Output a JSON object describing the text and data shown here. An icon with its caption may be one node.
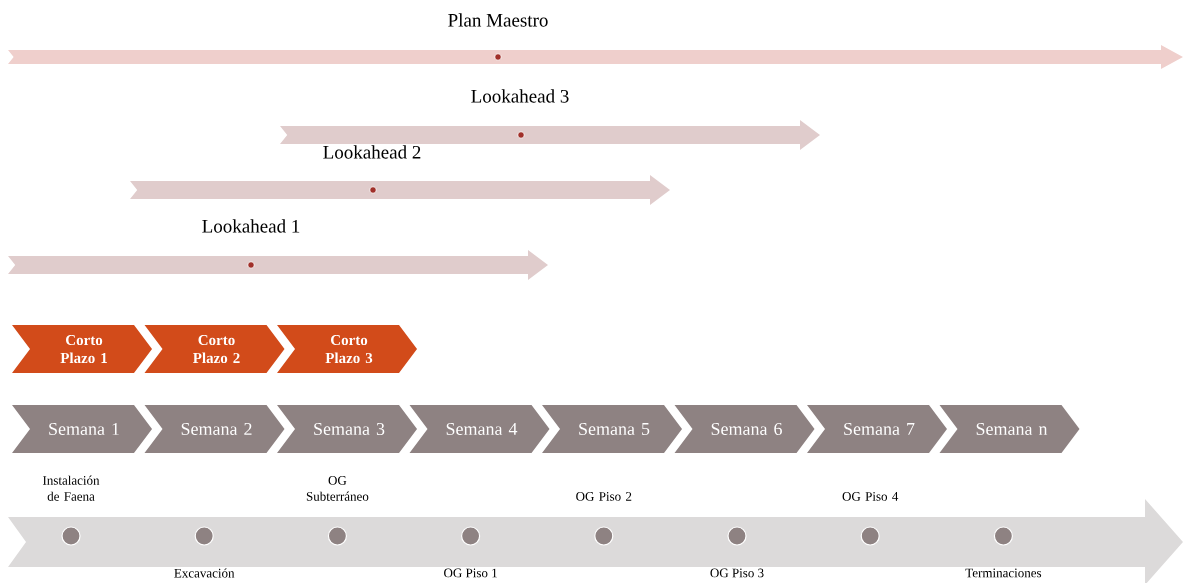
{
  "diagram": {
    "nodes": [
      {
        "text": [
          "Plan Maestro"
        ]
      },
      {
        "text": [
          "Lookahead 3"
        ]
      },
      {
        "text": [
          "Lookahead 2"
        ]
      },
      {
        "text": [
          "Lookahead 1"
        ]
      },
      {
        "text": [
          "Corto Plazo 1"
        ]
      },
      {
        "text": [
          "Corto Plazo 2"
        ]
      },
      {
        "text": [
          "Corto Plazo 3"
        ]
      },
      {
        "text": [
          "Semana 1"
        ]
      },
      {
        "text": [
          "Semana 2"
        ]
      },
      {
        "text": [
          "Semana 3"
        ]
      },
      {
        "text": [
          "Semana 4"
        ]
      },
      {
        "text": [
          "Semana 5"
        ]
      },
      {
        "text": [
          "Semana 6"
        ]
      },
      {
        "text": [
          "Semana 7"
        ]
      },
      {
        "text": [
          "Semana n"
        ]
      },
      {
        "text": [],
        "shape": "arrow"
      }
    ],
    "edges": [],
    "labels": [
      "Instalación de Faena",
      "Excavación",
      "OG Subterráneo",
      "OG Piso 1",
      "OG Piso 2",
      "OG Piso 3",
      "OG Piso 4",
      "Terminaciones"
    ]
  }
}
